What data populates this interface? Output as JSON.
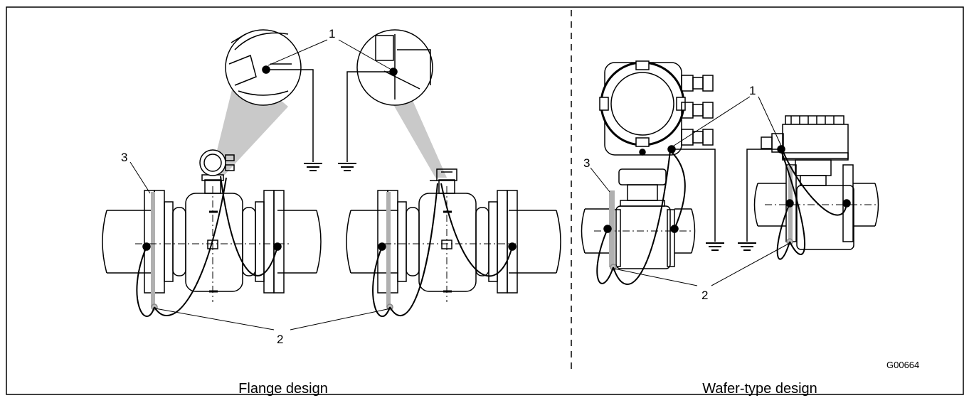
{
  "callouts": {
    "one": "1",
    "two": "2",
    "three": "3"
  },
  "figure_code": "G00664",
  "captions": {
    "left": "Flange design",
    "right": "Wafer-type design"
  }
}
